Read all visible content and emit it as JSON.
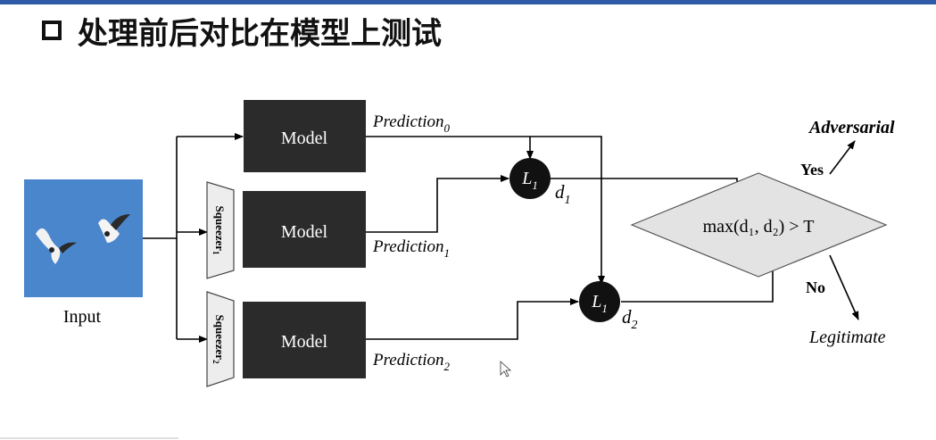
{
  "slide": {
    "title": "处理前后对比在模型上测试"
  },
  "diagram": {
    "input_label": "Input",
    "model_label": "Model",
    "squeezer_1": "Squeezer",
    "squeezer_1_sub": "1",
    "squeezer_2": "Squeezer",
    "squeezer_2_sub": "2",
    "prediction_0": "Prediction",
    "prediction_0_sub": "0",
    "prediction_1": "Prediction",
    "prediction_1_sub": "1",
    "prediction_2": "Prediction",
    "prediction_2_sub": "2",
    "l1_label": "L",
    "l1_sub": "1",
    "d1": "d",
    "d1_sub": "1",
    "d2": "d",
    "d2_sub": "2",
    "decision_text": "max(d₁, d₂) > T",
    "yes_label": "Yes",
    "no_label": "No",
    "adversarial_label": "Adversarial",
    "legitimate_label": "Legitimate"
  },
  "colors": {
    "model_fill": "#2b2b2b",
    "decision_fill": "#e3e3e3",
    "input_sky": "#4a86cc",
    "title_bar": "#2e5aa8"
  }
}
